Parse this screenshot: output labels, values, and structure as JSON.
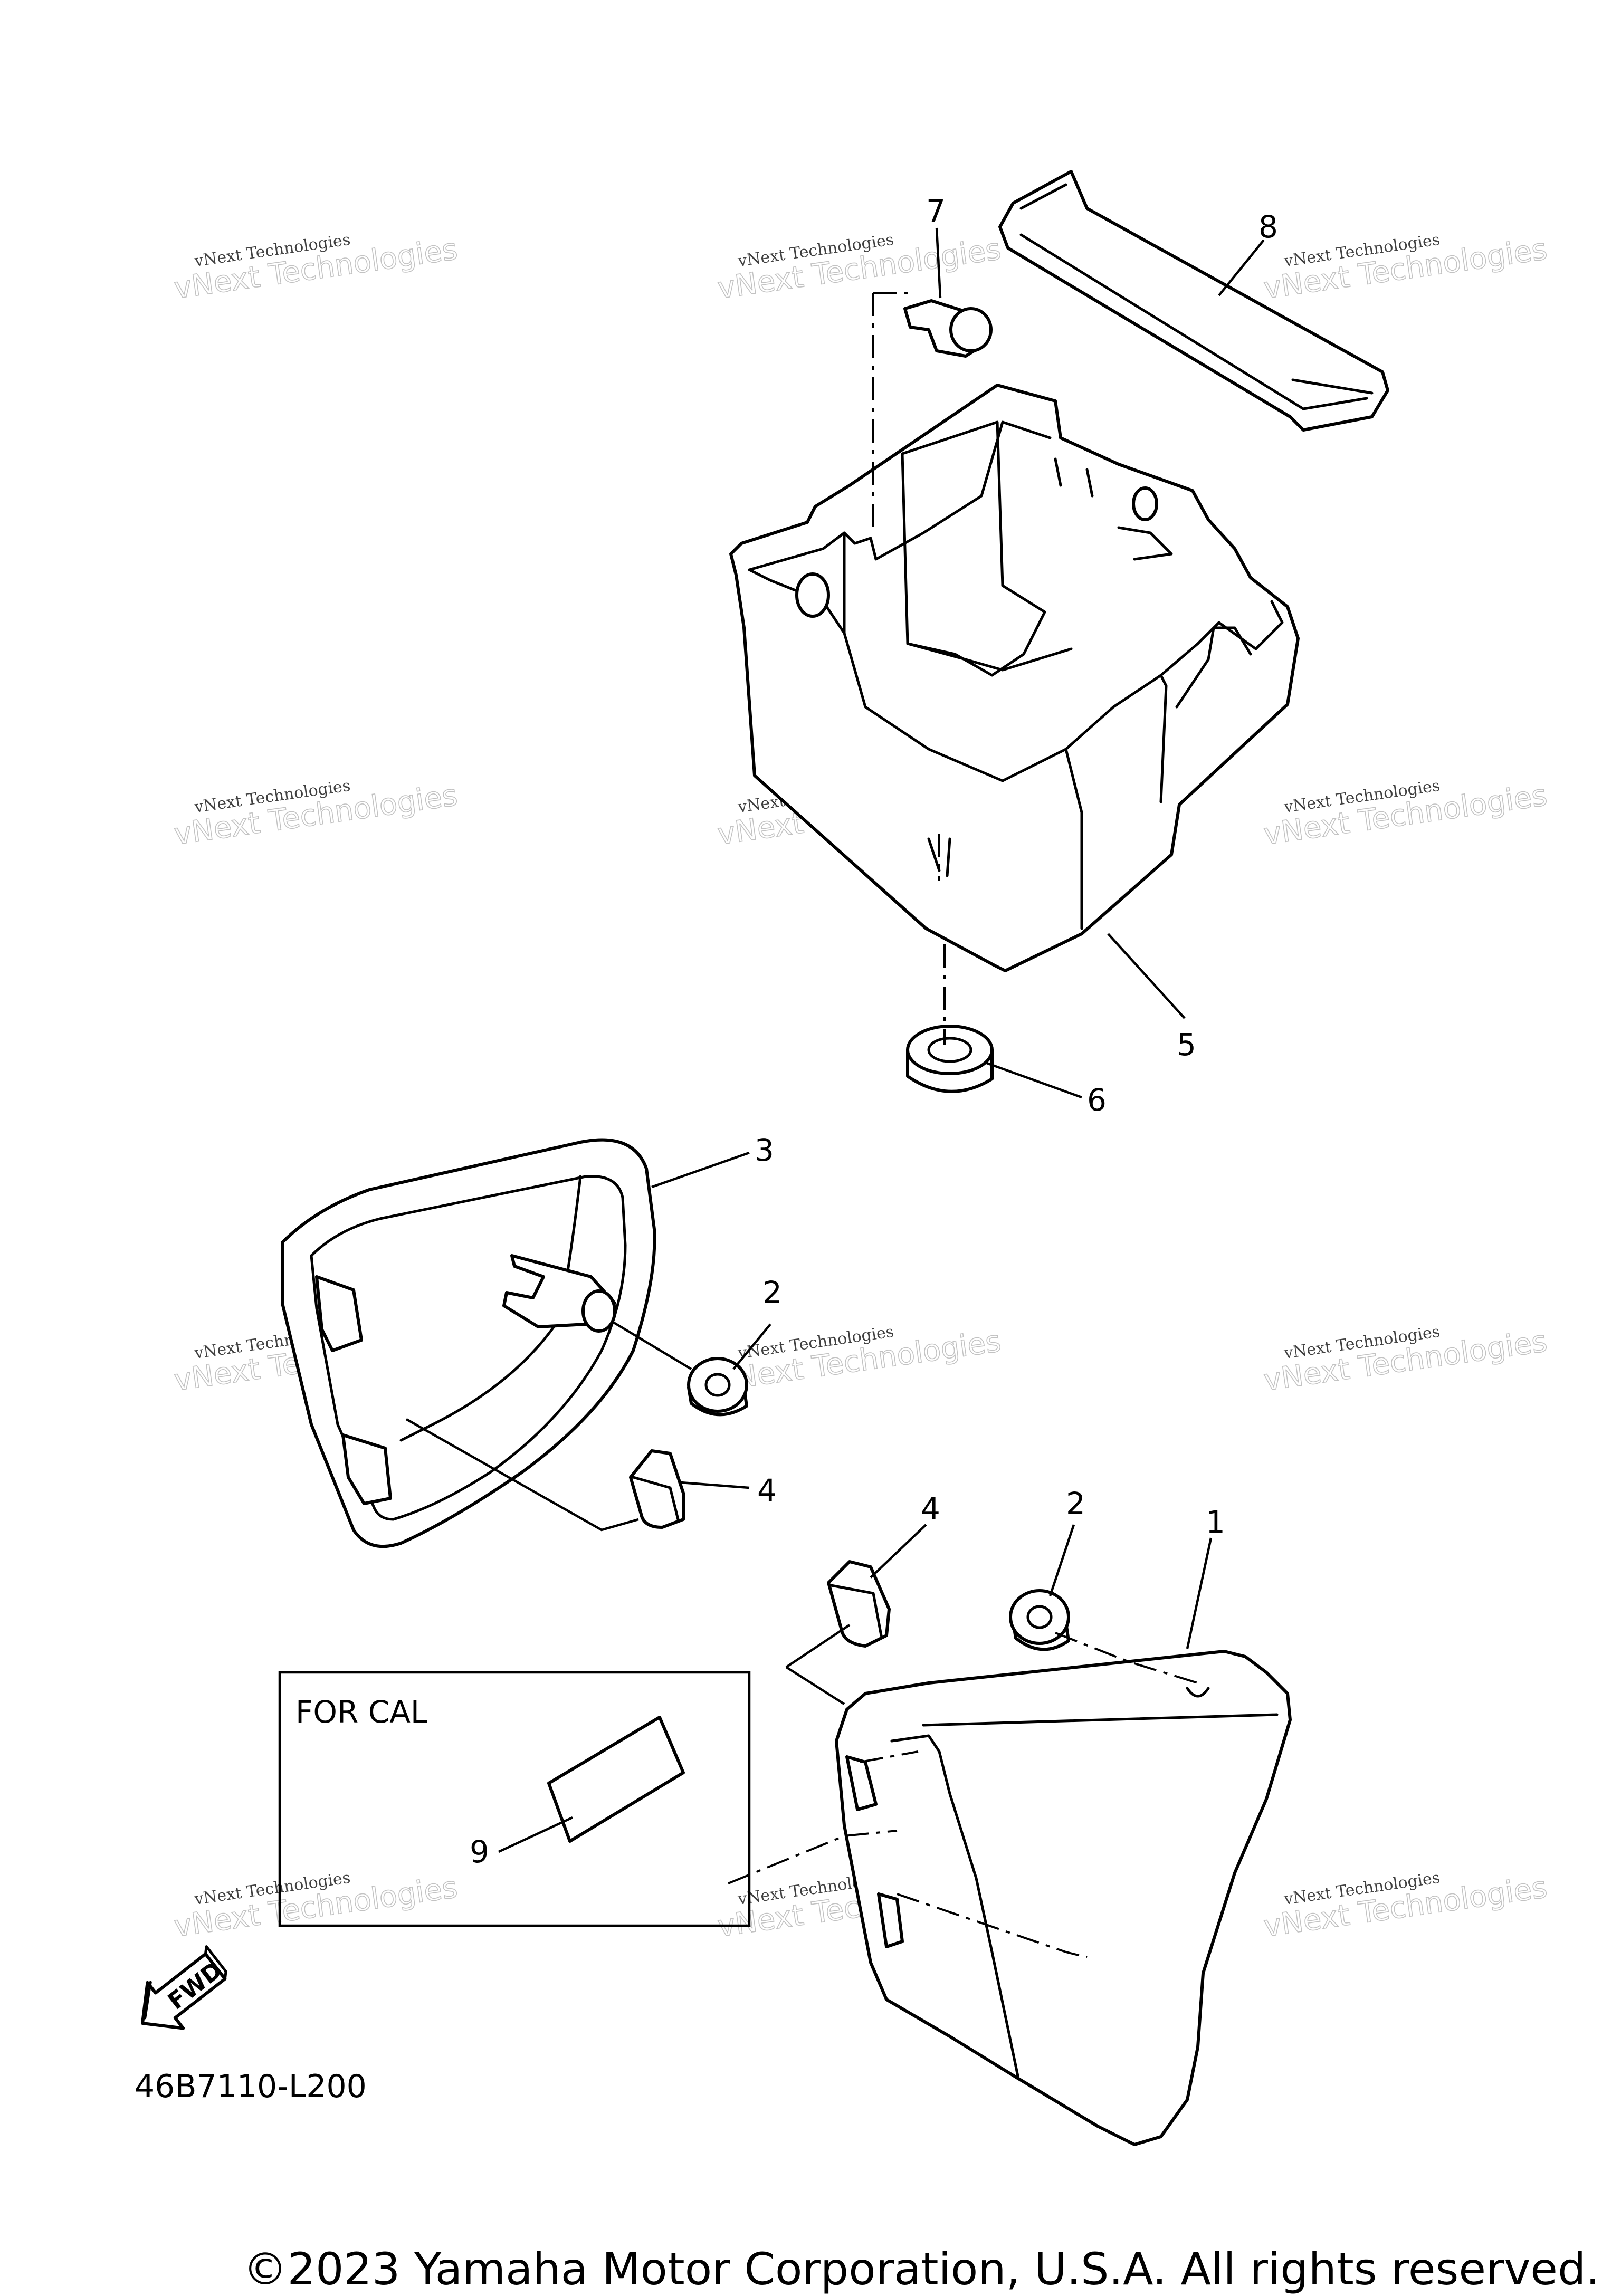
{
  "diagram_code": "46B7110-L200",
  "copyright": "©2023 Yamaha Motor Corporation, U.S.A. All rights reserved.",
  "watermark": {
    "line1": "vNext Technologies",
    "line2": "vNext Technologies"
  },
  "inset_box": {
    "label": "FOR CAL"
  },
  "direction_marker": "FWD",
  "callouts": {
    "c1": "1",
    "c2a": "2",
    "c2b": "2",
    "c3": "3",
    "c4a": "4",
    "c4b": "4",
    "c5": "5",
    "c6": "6",
    "c7": "7",
    "c8": "8",
    "c9": "9"
  }
}
